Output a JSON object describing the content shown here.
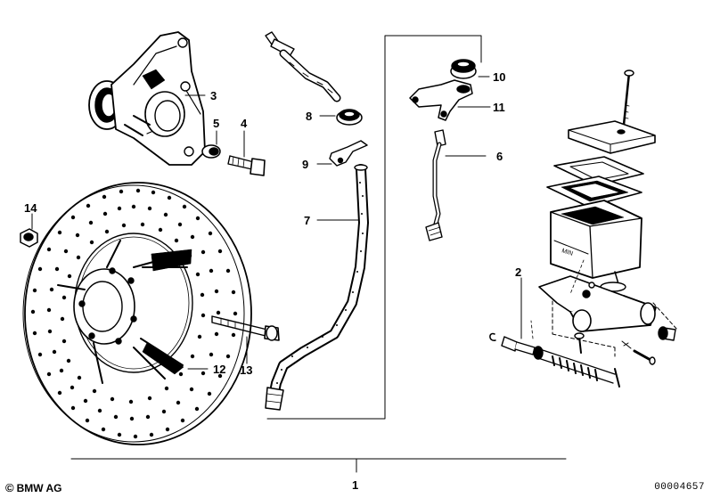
{
  "callouts": {
    "n1": "1",
    "n2": "2",
    "n3": "3",
    "n4": "4",
    "n5": "5",
    "n6": "6",
    "n7": "7",
    "n8": "8",
    "n9": "9",
    "n10": "10",
    "n11": "11",
    "n12": "12",
    "n13": "13",
    "n14": "14"
  },
  "footer": {
    "copyright_symbol": "©",
    "brand": "BMW AG",
    "diagram_number": "00004657"
  }
}
